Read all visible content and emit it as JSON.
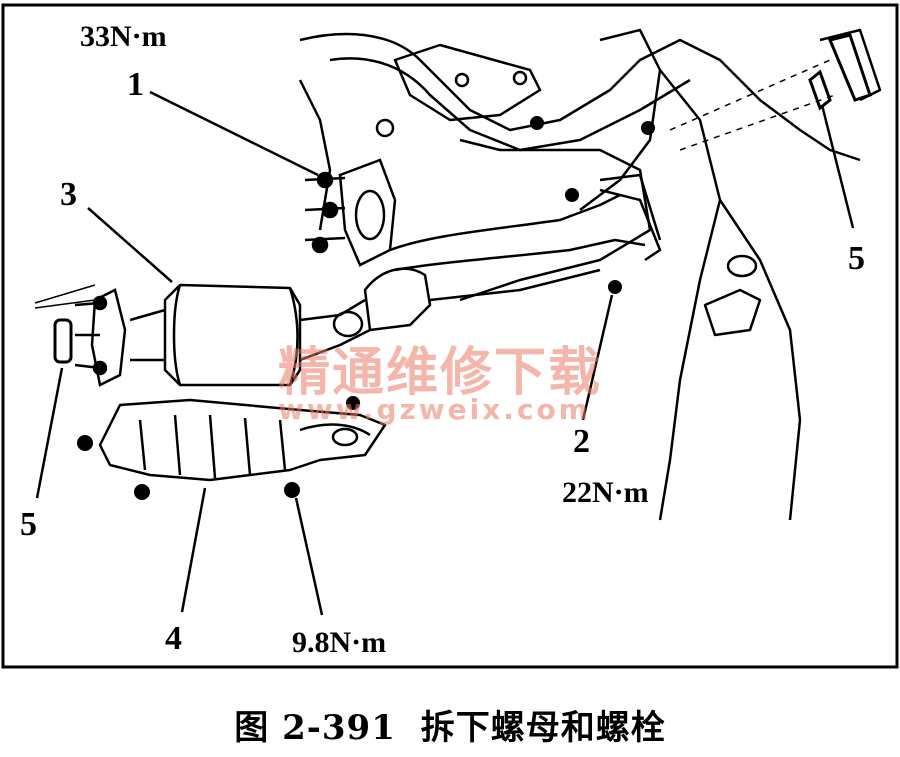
{
  "labels": {
    "part1": "1",
    "part2": "2",
    "part3": "3",
    "part4": "4",
    "part5_left": "5",
    "part5_right": "5"
  },
  "torques": {
    "t1": "33N·m",
    "t2": "22N·m",
    "t4": "9.8N·m"
  },
  "watermark": {
    "chinese": "精通维修下载",
    "url": "www.gzweix.com"
  },
  "caption": {
    "figure_number": "图 2-391",
    "title": "拆下螺母和螺栓"
  },
  "colors": {
    "line": "#000000",
    "watermark": "#eb7864"
  }
}
